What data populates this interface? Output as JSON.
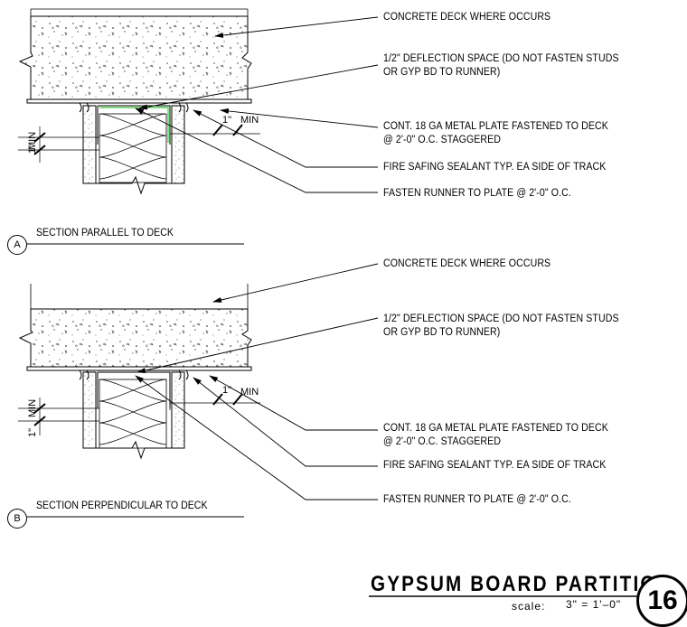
{
  "details": [
    {
      "id": "A",
      "title": "SECTION PARALLEL TO DECK",
      "notes": [
        "CONCRETE DECK WHERE OCCURS",
        "1/2\" DEFLECTION SPACE (DO NOT FASTEN STUDS",
        "OR GYP BD TO RUNNER)",
        "CONT. 18 GA METAL PLATE FASTENED TO DECK",
        "@ 2'-0\" O.C. STAGGERED",
        "FIRE SAFING SEALANT TYP. EA SIDE OF TRACK",
        "FASTEN RUNNER TO PLATE @ 2'-0\" O.C."
      ],
      "dims": {
        "horiz": "1\"",
        "horiz_min": "MIN",
        "vert": "1\"",
        "vert_min": "MIN"
      }
    },
    {
      "id": "B",
      "title": "SECTION PERPENDICULAR TO DECK",
      "notes": [
        "CONCRETE DECK WHERE OCCURS",
        "1/2\" DEFLECTION SPACE (DO NOT FASTEN STUDS",
        "OR GYP BD TO RUNNER)",
        "CONT. 18 GA METAL PLATE FASTENED TO DECK",
        "@ 2'-0\" O.C. STAGGERED",
        "FIRE SAFING SEALANT TYP. EA SIDE OF TRACK",
        "FASTEN RUNNER TO PLATE @ 2'-0\" O.C."
      ],
      "dims": {
        "horiz": "1\"",
        "horiz_min": "MIN",
        "vert": "1\"",
        "vert_min": "MIN"
      }
    }
  ],
  "title_block": {
    "title": "GYPSUM BOARD PARTITION",
    "scale_label": "scale:",
    "scale_value": "3\"  =  1'–0\"",
    "sheet_number": "16"
  }
}
